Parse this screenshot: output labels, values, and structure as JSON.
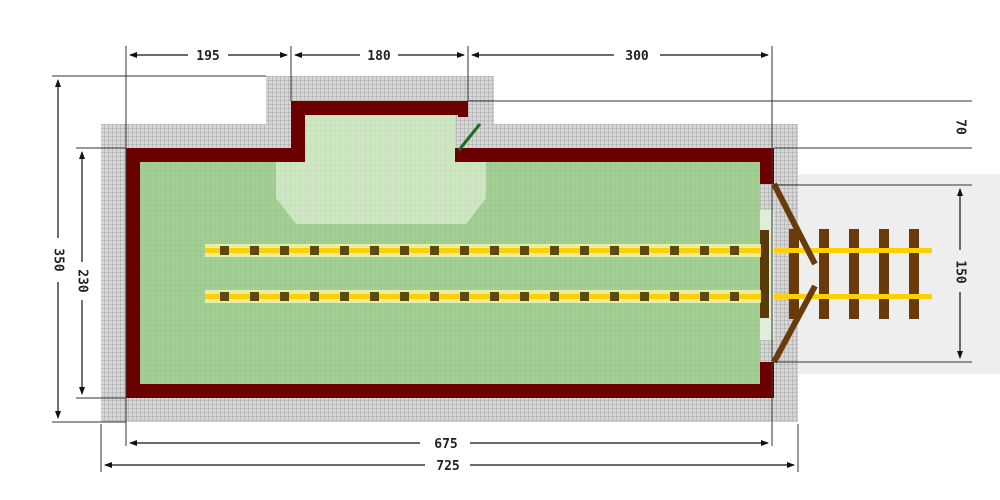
{
  "dimensions": {
    "top_left": "195",
    "top_middle": "180",
    "top_right": "300",
    "right_top": "70",
    "right_middle": "150",
    "left_outer": "350",
    "left_inner": "230",
    "bottom_inner": "675",
    "bottom_outer": "725"
  },
  "colors": {
    "wall": "#6b0000",
    "floor": "#a3cf95",
    "bay": "#cfe6c4",
    "paving": "#c4c4c4",
    "rail": "#ffd000",
    "sleeper": "#6a3a0a",
    "gate": "#1f6b1f",
    "approach": "#eeeeee"
  }
}
